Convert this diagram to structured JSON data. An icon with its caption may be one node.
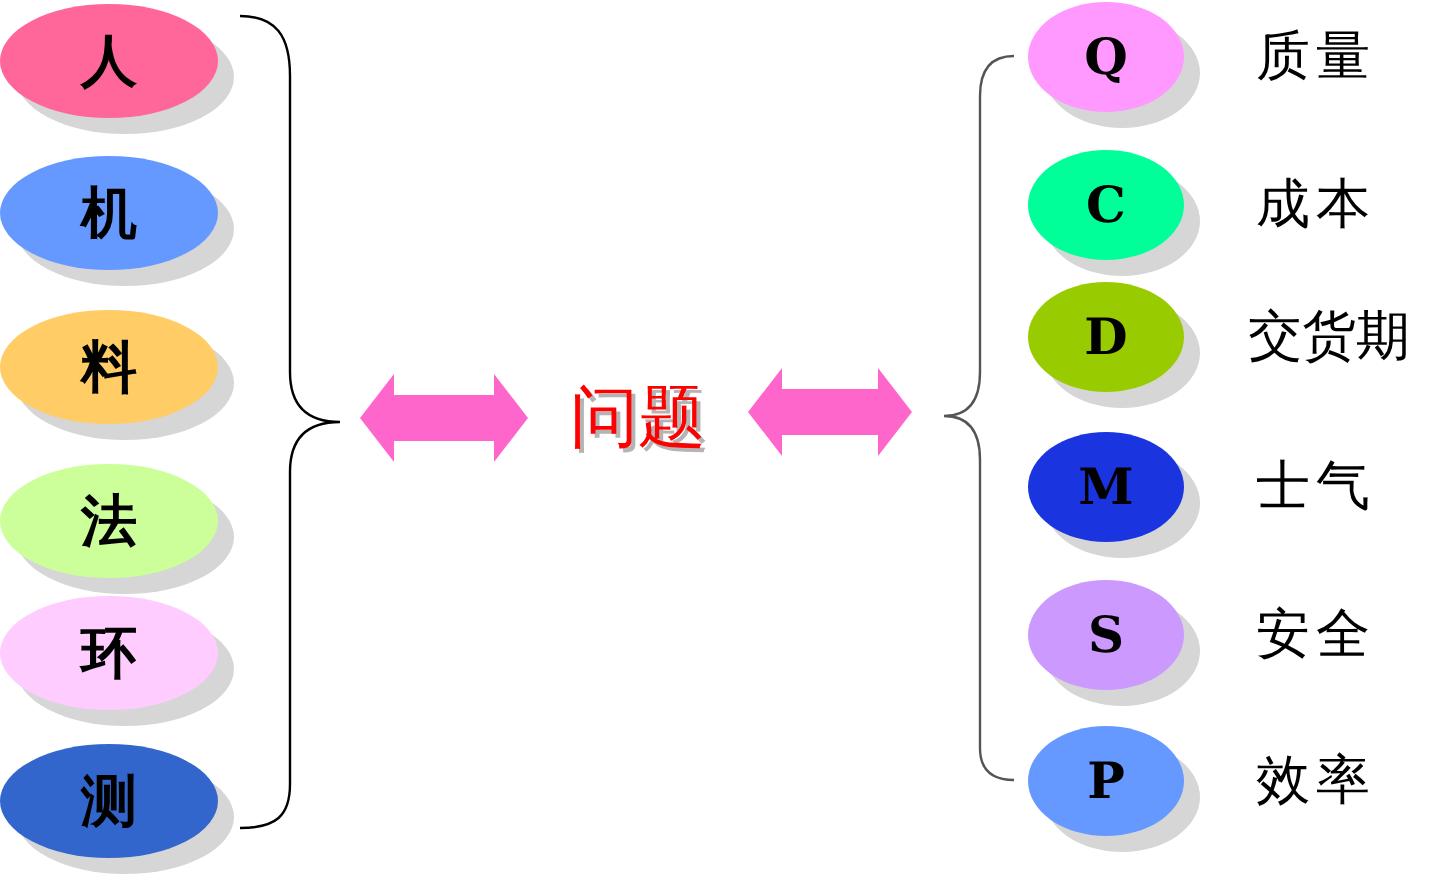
{
  "diagram": {
    "nodes": [
      {
        "text": [
          "人"
        ]
      },
      {
        "text": [
          "机"
        ]
      },
      {
        "text": [
          "料"
        ]
      },
      {
        "text": [
          "法"
        ]
      },
      {
        "text": [
          "环"
        ]
      },
      {
        "text": [
          "测"
        ]
      },
      {
        "text": [
          "问题"
        ]
      },
      {
        "text": [
          "Q"
        ],
        "beside": [
          "质量"
        ]
      },
      {
        "text": [
          "C"
        ],
        "beside": [
          "成本"
        ]
      },
      {
        "text": [
          "D"
        ],
        "beside": [
          "交货期"
        ]
      },
      {
        "text": [
          "M"
        ],
        "beside": [
          "士气"
        ]
      },
      {
        "text": [
          "S"
        ],
        "beside": [
          "安全"
        ]
      },
      {
        "text": [
          "P"
        ],
        "beside": [
          "效率"
        ]
      }
    ],
    "edges": [
      {
        "from": null,
        "to": 6,
        "arrow": "both"
      },
      {
        "from": 6,
        "to": null,
        "arrow": "both"
      }
    ]
  }
}
